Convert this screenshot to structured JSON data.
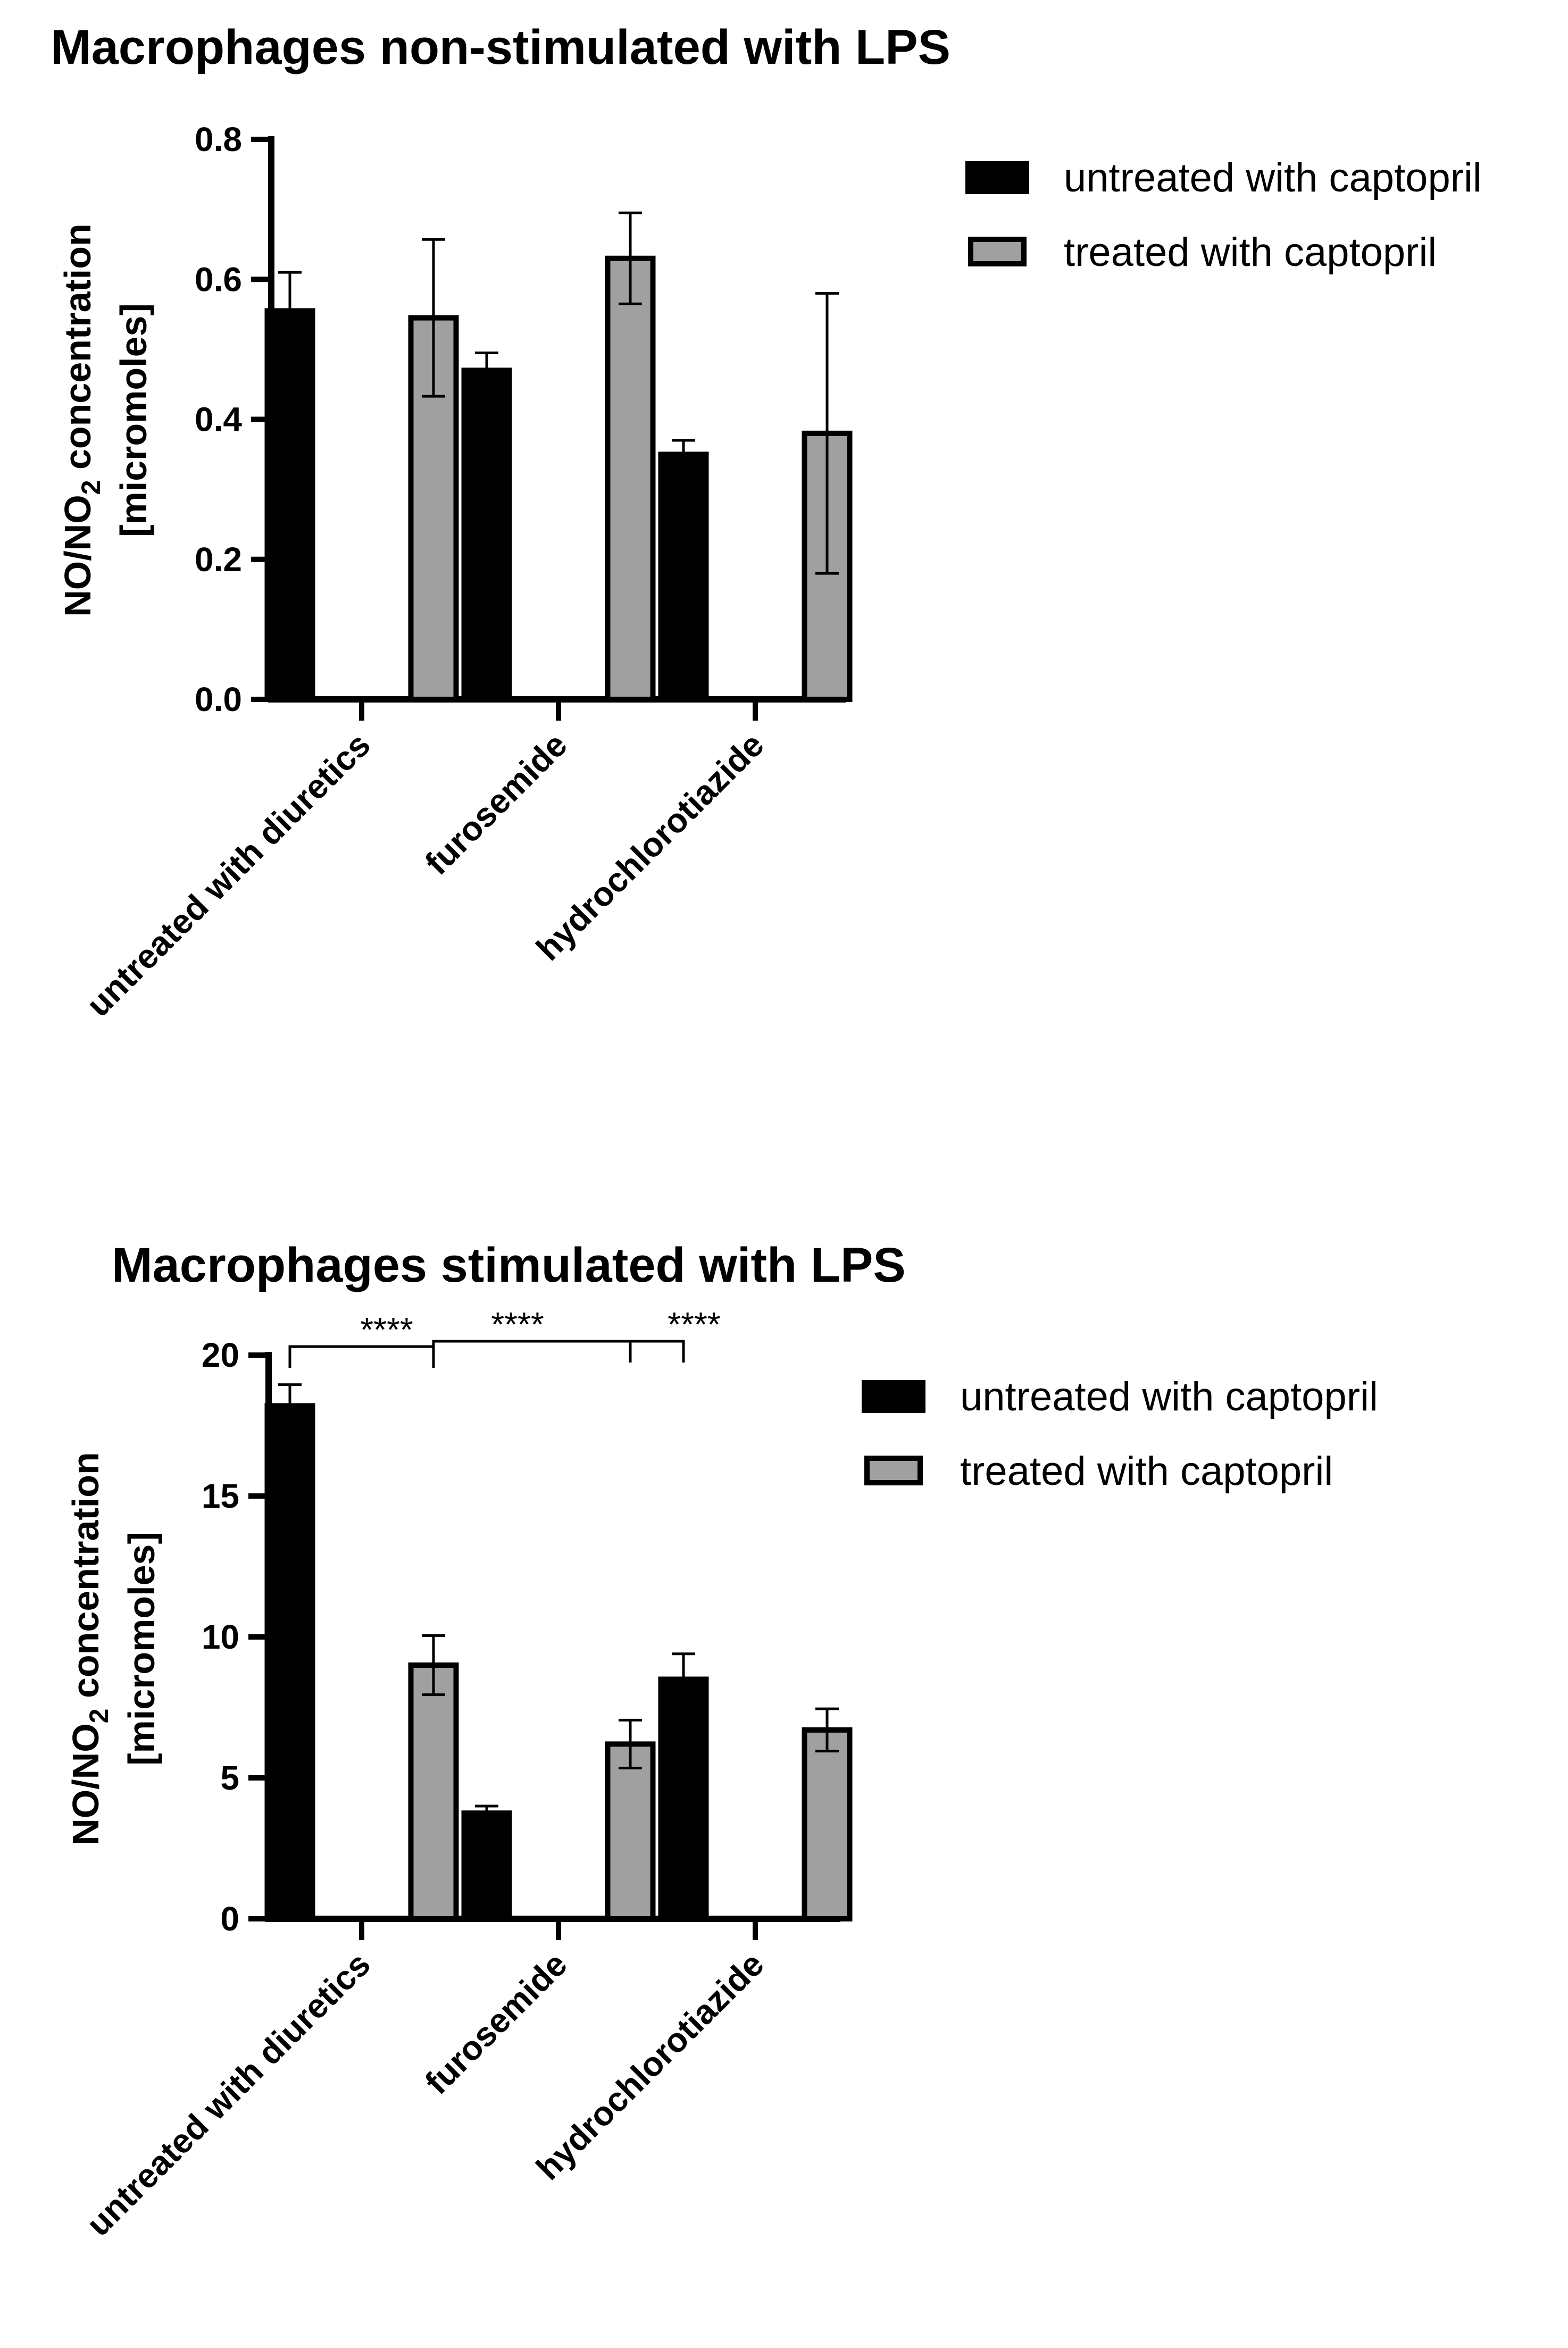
{
  "chart_data": [
    {
      "type": "bar",
      "title": "Macrophages non-stimulated with LPS",
      "ylabel_main": "NO/NO",
      "ylabel_sub": "2",
      "ylabel_rest": " concentration",
      "ylabel_line2": "[micromoles]",
      "ylim": [
        0,
        0.8
      ],
      "yticks": [
        "0.0",
        "0.2",
        "0.4",
        "0.6",
        "0.8"
      ],
      "ytick_values": [
        0,
        0.2,
        0.4,
        0.6,
        0.8
      ],
      "categories": [
        "untreated with diuretics",
        "furosemide",
        "hydrochlorotiazide"
      ],
      "series": [
        {
          "name": "untreated with captopril",
          "values": [
            0.555,
            0.47,
            0.35
          ],
          "errors": [
            0.055,
            0.025,
            0.02
          ],
          "color": "#000000"
        },
        {
          "name": "treated with captopril",
          "values": [
            0.545,
            0.63,
            0.38
          ],
          "errors": [
            0.112,
            0.065,
            0.2
          ],
          "color": "#a0a0a0"
        }
      ],
      "legend_position": "top-right",
      "significance": []
    },
    {
      "type": "bar",
      "title": "Macrophages stimulated with LPS",
      "ylabel_main": "NO/NO",
      "ylabel_sub": "2",
      "ylabel_rest": " concentration",
      "ylabel_line2": "[micromoles]",
      "ylim": [
        0,
        20
      ],
      "yticks": [
        "0",
        "5",
        "10",
        "15",
        "20"
      ],
      "ytick_values": [
        0,
        5,
        10,
        15,
        20
      ],
      "categories": [
        "untreated with diuretics",
        "furosemide",
        "hydrochlorotiazide"
      ],
      "series": [
        {
          "name": "untreated with captopril",
          "values": [
            18.2,
            3.75,
            8.5
          ],
          "errors": [
            0.75,
            0.25,
            0.9
          ],
          "color": "#000000"
        },
        {
          "name": "treated with captopril",
          "values": [
            9.0,
            6.2,
            6.7
          ],
          "errors": [
            1.05,
            0.85,
            0.75
          ],
          "color": "#a0a0a0"
        }
      ],
      "legend_position": "top-right",
      "significance": [
        {
          "label": "****",
          "from": [
            0,
            0
          ],
          "to": [
            0,
            1
          ]
        },
        {
          "label": "****",
          "from": [
            0,
            1
          ],
          "to": [
            1,
            1
          ]
        },
        {
          "label": "****",
          "from": [
            1,
            1
          ],
          "to": [
            2,
            0
          ]
        }
      ]
    }
  ]
}
